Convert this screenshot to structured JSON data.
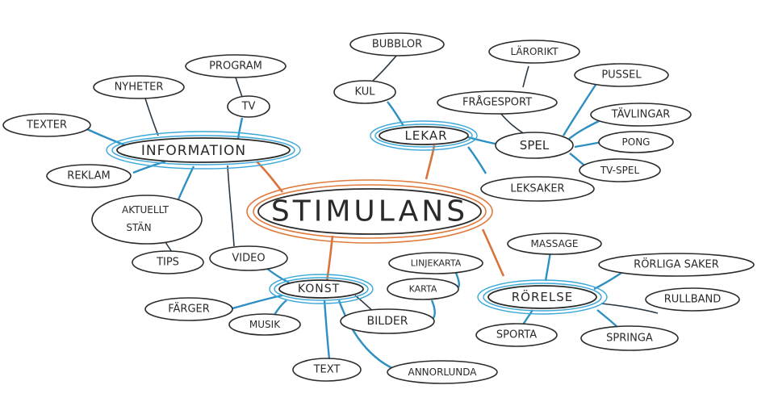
{
  "center": {
    "label": "STIMULANS"
  },
  "hubs": {
    "information": "INFORMATION",
    "lekar": "LEKAR",
    "konst": "KONST",
    "rorelse": "RÖRELSE"
  },
  "nodes": {
    "texter": "TEXTER",
    "nyheter": "NYHETER",
    "program": "PROGRAM",
    "tv": "TV",
    "reklam": "REKLAM",
    "aktuellt_line1": "AKTUELLT",
    "aktuellt_line2": "STÄN",
    "tips": "TIPS",
    "video": "VIDEO",
    "bubblor": "BUBBLOR",
    "kul": "KUL",
    "larorikt": "LÄRORIKT",
    "pussel": "PUSSEL",
    "fragesport": "FRÅGESPORT",
    "spel": "SPEL",
    "tavlingar": "TÄVLINGAR",
    "pong": "PONG",
    "tv_spel": "TV-SPEL",
    "leksaker": "LEKSAKER",
    "farger": "FÄRGER",
    "musik": "MUSIK",
    "linjekarta": "LINJEKARTA",
    "karta": "KARTA",
    "bilder": "BILDER",
    "text": "TEXT",
    "annorlunda": "ANNORLUNDA",
    "massage": "MASSAGE",
    "rorliga_saker": "RÖRLIGA SAKER",
    "rullband": "RULLBAND",
    "sporta": "SPORTA",
    "springa": "SPRINGA"
  },
  "colors": {
    "ink": "#2b2b2b",
    "blue_accent": "#3aa7d8",
    "orange_accent": "#e07a3c"
  }
}
